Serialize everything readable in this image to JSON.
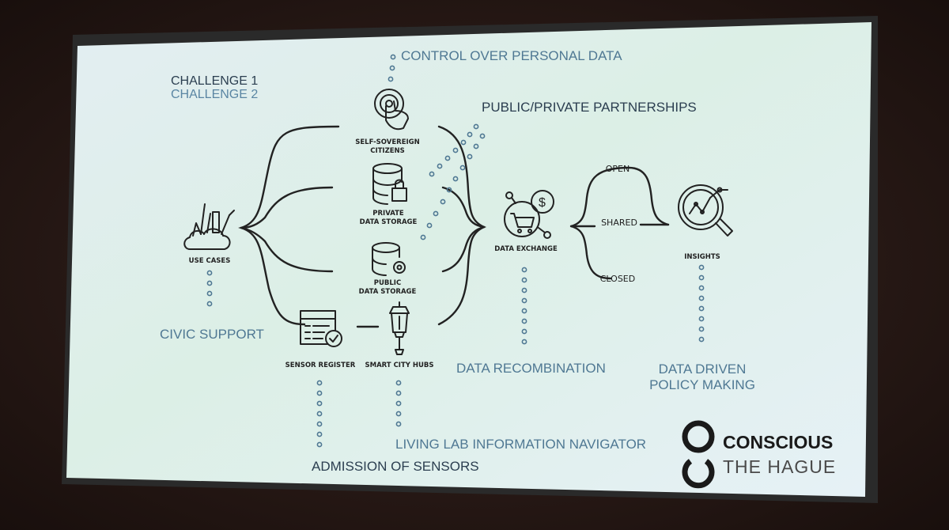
{
  "legend": {
    "challenge1": "CHALLENGE 1",
    "challenge2": "CHALLENGE 2"
  },
  "nodes": {
    "use_cases": "USE CASES",
    "self_sovereign_line1": "SELF-SOVEREIGN",
    "self_sovereign_line2": "CITIZENS",
    "private_storage_line1": "PRIVATE",
    "private_storage_line2": "DATA STORAGE",
    "public_storage_line1": "PUBLIC",
    "public_storage_line2": "DATA STORAGE",
    "sensor_register": "SENSOR REGISTER",
    "smart_city_hubs": "SMART CITY HUBS",
    "data_exchange": "DATA EXCHANGE",
    "open": "OPEN",
    "shared": "SHARED",
    "closed": "CLOSED",
    "insights": "INSIGHTS"
  },
  "challenges": {
    "control_personal_data": "CONTROL OVER PERSONAL DATA",
    "public_private_partnerships": "PUBLIC/PRIVATE PARTNERSHIPS",
    "civic_support": "CIVIC SUPPORT",
    "data_recombination": "DATA RECOMBINATION",
    "data_driven_line1": "DATA DRIVEN",
    "data_driven_line2": "POLICY MAKING",
    "living_lab": "LIVING LAB INFORMATION NAVIGATOR",
    "admission_sensors": "ADMISSION OF SENSORS"
  },
  "logo": {
    "line1": "CONSCIOUS",
    "line2": "THE HAGUE"
  },
  "colors": {
    "screen_top": "#e6f2f4",
    "screen_mid": "#d7ece2",
    "challenge1": "#2b3e50",
    "challenge2": "#5a85a3",
    "ink": "#222222",
    "room": "#1f1412"
  }
}
